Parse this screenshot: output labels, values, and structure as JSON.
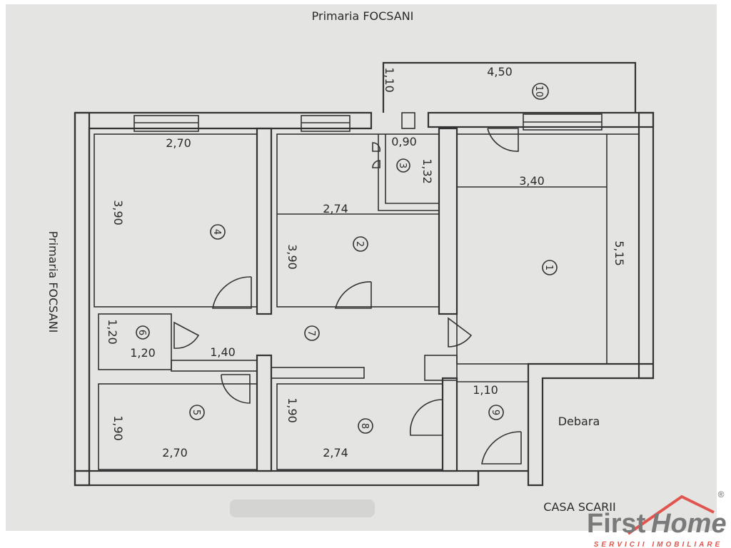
{
  "plan": {
    "top_label": "Primaria FOCSANI",
    "left_label": "Primaria FOCSANI",
    "debara_label": "Debara",
    "stair_label": "CASA SCARII",
    "rooms": {
      "r1": {
        "num": "1",
        "width": "3,40",
        "length": "5,15"
      },
      "r2": {
        "num": "2",
        "width": "2,74",
        "length": "3,90"
      },
      "r3": {
        "num": "3",
        "width": "0,90",
        "length": "1,32"
      },
      "r4": {
        "num": "4",
        "width": "2,70",
        "length": "3,90"
      },
      "r5": {
        "num": "5",
        "width": "2,70",
        "length": "1,90"
      },
      "r6": {
        "num": "6",
        "width": "1,20",
        "length": "1,20"
      },
      "r7": {
        "num": "7",
        "width": "1,40"
      },
      "r8": {
        "num": "8",
        "width": "2,74",
        "length": "1,90"
      },
      "r9": {
        "num": "9",
        "width": "1,10"
      },
      "r10": {
        "num": "10",
        "width": "4,50",
        "length": "1,10"
      }
    }
  },
  "logo": {
    "brand_first": "First",
    "brand_home": "Home",
    "tagline": "SERVICII IMOBILIARE",
    "registered": "®",
    "color_red": "#e0564f",
    "color_gray": "#7a7a7a"
  }
}
